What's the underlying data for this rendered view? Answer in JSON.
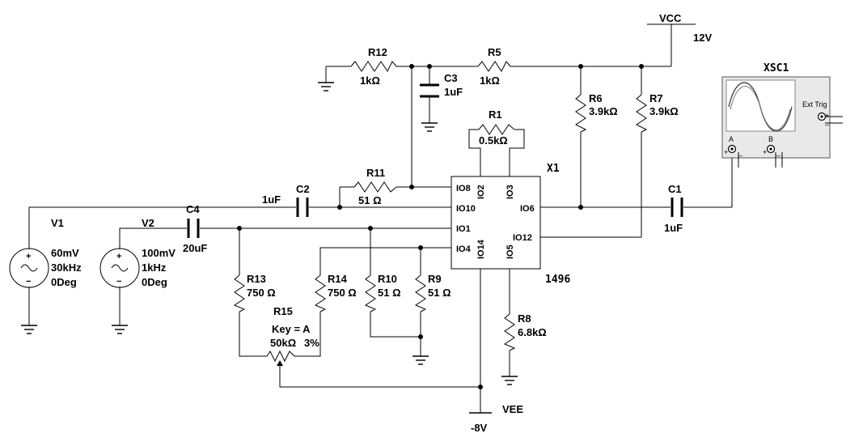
{
  "power": {
    "vcc_label": "VCC",
    "vcc_value": "12V",
    "vee_label": "VEE",
    "vee_value": "-8V"
  },
  "components": {
    "R12": {
      "ref": "R12",
      "value": "1kΩ"
    },
    "R5": {
      "ref": "R5",
      "value": "1kΩ"
    },
    "C3": {
      "ref": "C3",
      "value": "1uF"
    },
    "R6": {
      "ref": "R6",
      "value": "3.9kΩ"
    },
    "R7": {
      "ref": "R7",
      "value": "3.9kΩ"
    },
    "R1": {
      "ref": "R1",
      "value": "0.5kΩ"
    },
    "R11": {
      "ref": "R11",
      "value": "51 Ω"
    },
    "C2": {
      "ref": "C2",
      "value": "1uF"
    },
    "C4": {
      "ref": "C4",
      "value": "20uF"
    },
    "C1": {
      "ref": "C1",
      "value": "1uF"
    },
    "R13": {
      "ref": "R13",
      "value": "750 Ω"
    },
    "R14": {
      "ref": "R14",
      "value": "750 Ω"
    },
    "R10": {
      "ref": "R10",
      "value": "51 Ω"
    },
    "R9": {
      "ref": "R9",
      "value": "51 Ω"
    },
    "R8": {
      "ref": "R8",
      "value": "6.8kΩ"
    },
    "R15": {
      "ref": "R15",
      "key": "Key = A",
      "value": "50kΩ",
      "tolerance": "3%"
    },
    "V1": {
      "ref": "V1",
      "amplitude": "60mV",
      "frequency": "30kHz",
      "phase": "0Deg"
    },
    "V2": {
      "ref": "V2",
      "amplitude": "100mV",
      "frequency": "1kHz",
      "phase": "0Deg"
    }
  },
  "ic": {
    "ref": "X1",
    "part": "1496",
    "pins": {
      "io8": "IO8",
      "io2": "IO2",
      "io3": "IO3",
      "io10": "IO10",
      "io6": "IO6",
      "io1": "IO1",
      "io12": "IO12",
      "io4": "IO4",
      "io14": "IO14",
      "io5": "IO5"
    }
  },
  "scope": {
    "ref": "XSC1",
    "ext_trig": "Ext Trig",
    "ch_a": "A",
    "ch_b": "B",
    "plus": "+",
    "minus": "_"
  },
  "symbols": {
    "plus": "+",
    "minus": "−"
  }
}
